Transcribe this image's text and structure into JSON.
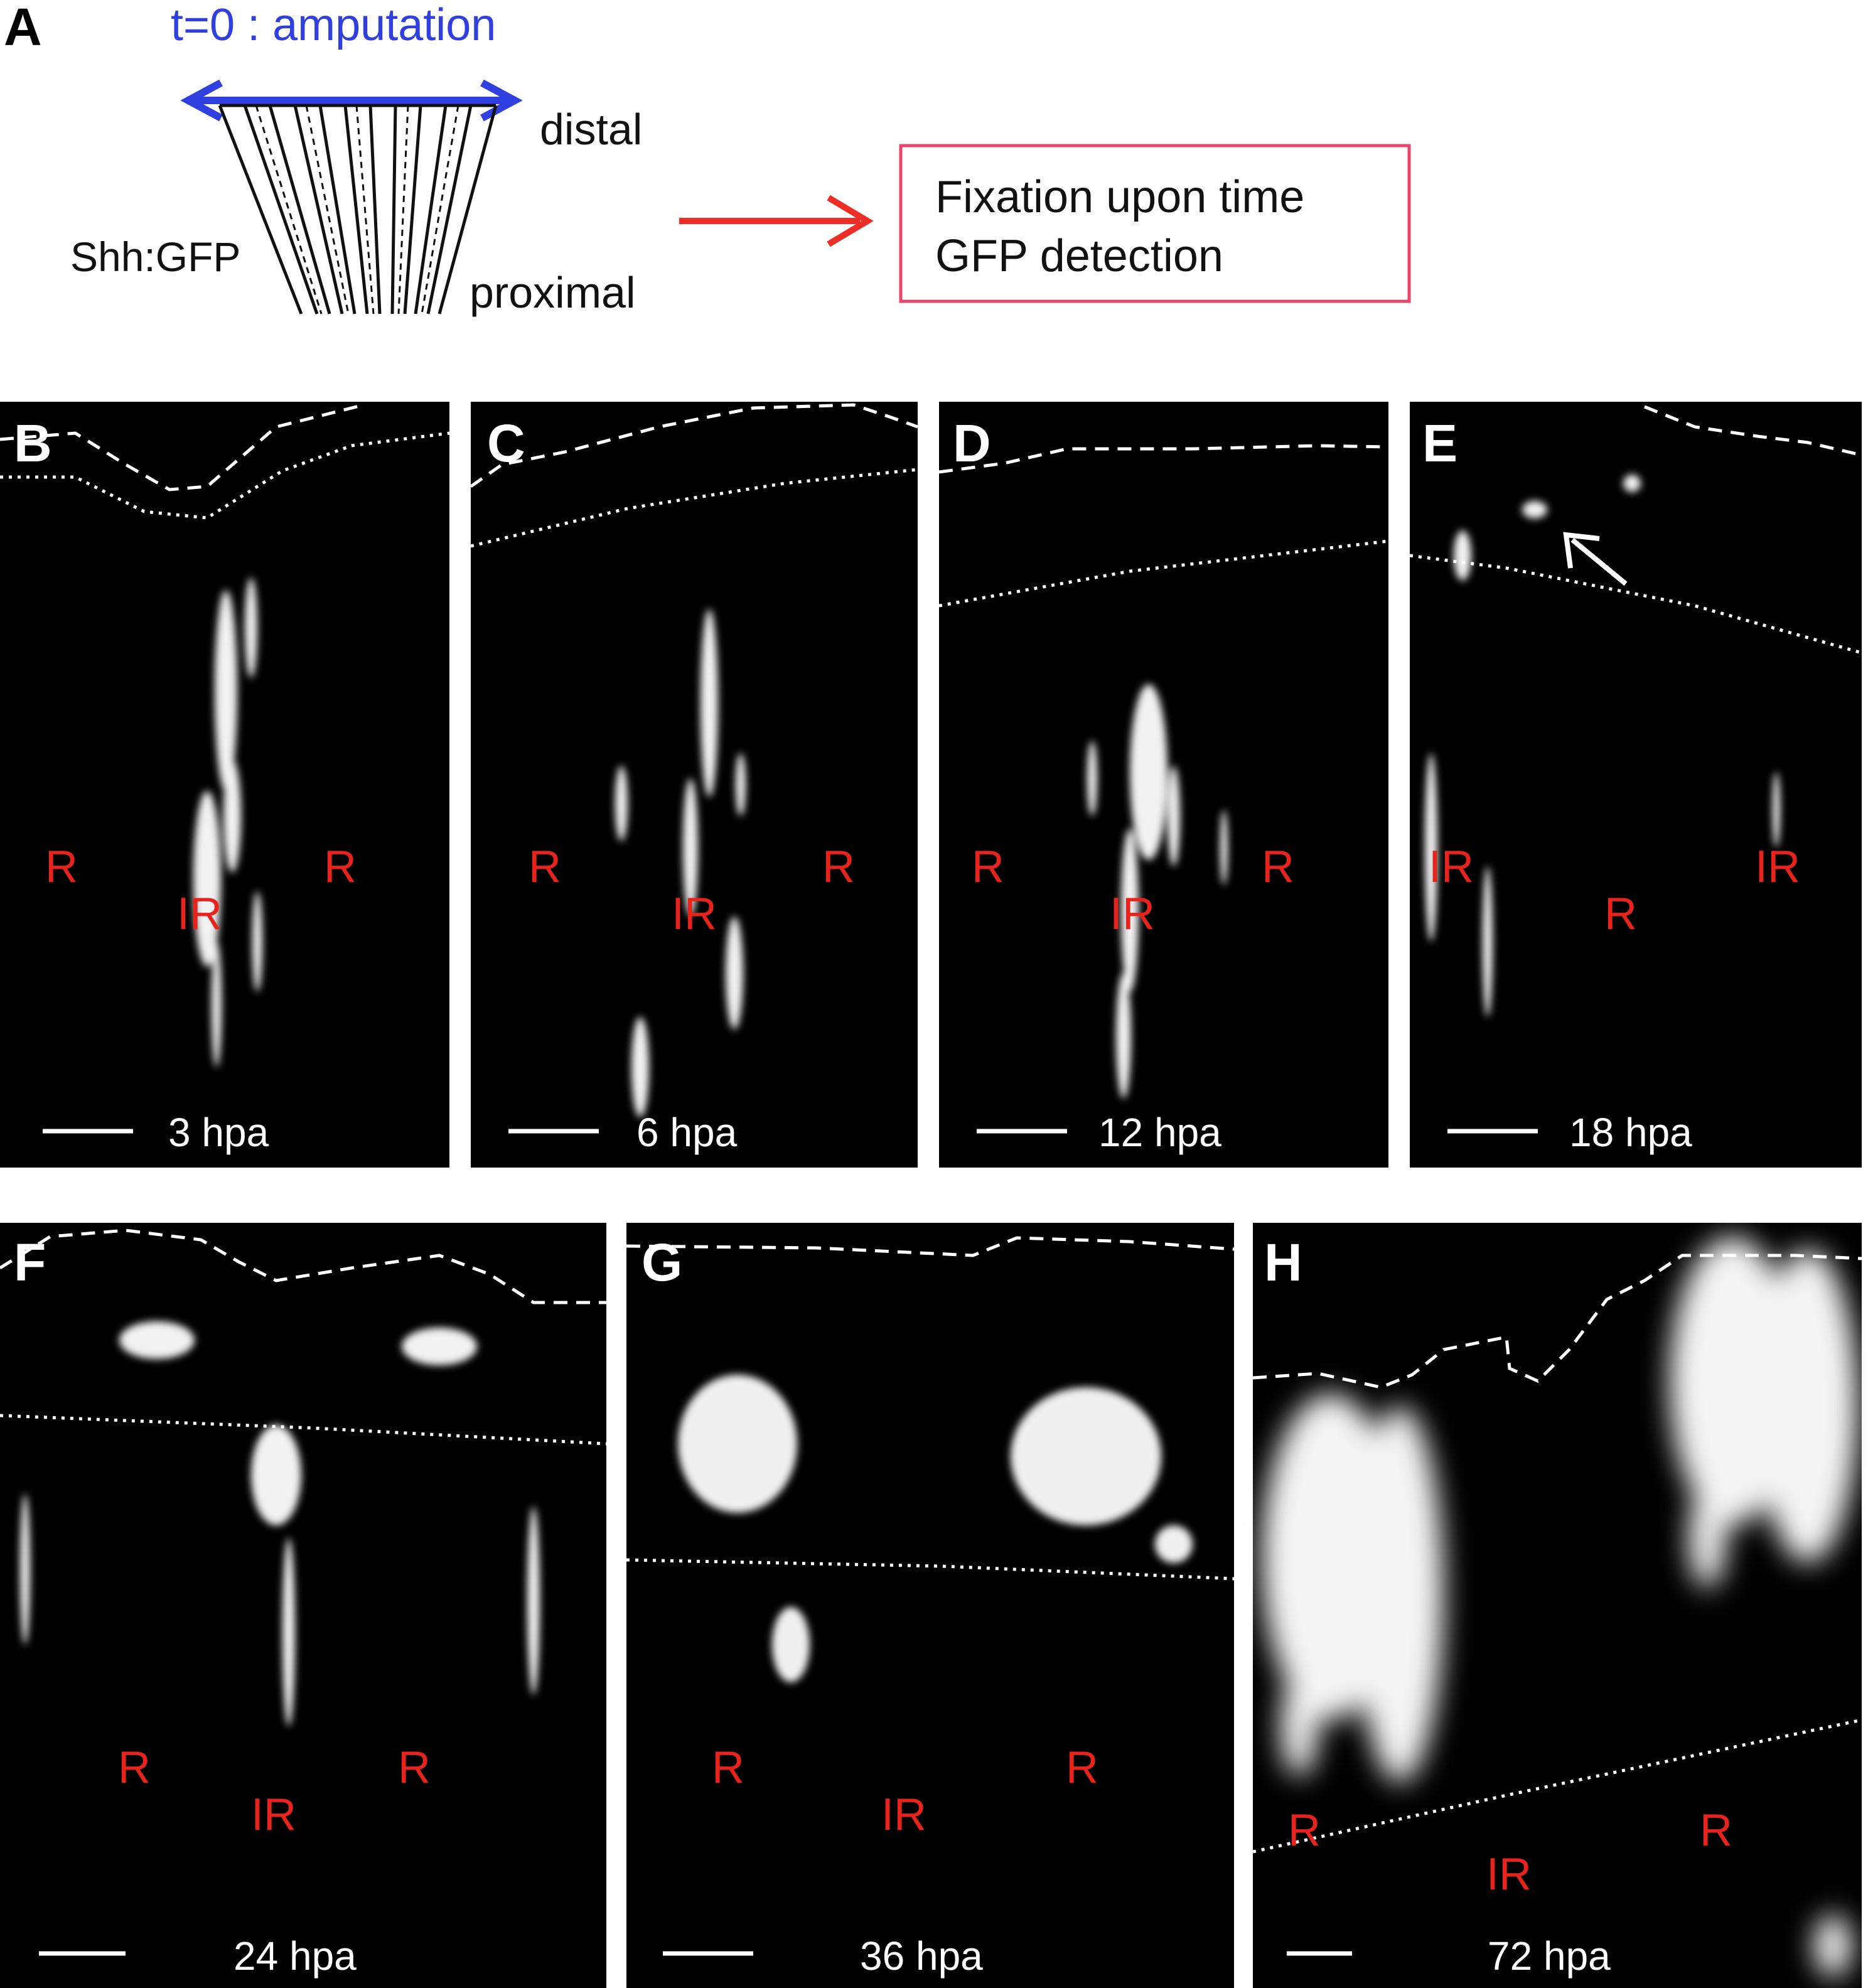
{
  "panel_a": {
    "letter": "A",
    "amputation_label": "t=0 : amputation",
    "distal_label": "distal",
    "proximal_label": "proximal",
    "reporter_label": "Shh:GFP",
    "box_line1": "Fixation upon time",
    "box_line2": "GFP detection",
    "colors": {
      "amputation": "#2f3fe0",
      "arrow": "#ef2d27",
      "box": "#e9466c"
    }
  },
  "panels": [
    {
      "letter": "B",
      "time": "3 hpa",
      "labels": [
        "R",
        "IR",
        "R"
      ]
    },
    {
      "letter": "C",
      "time": "6 hpa",
      "labels": [
        "R",
        "IR",
        "R"
      ]
    },
    {
      "letter": "D",
      "time": "12 hpa",
      "labels": [
        "R",
        "IR",
        "R"
      ]
    },
    {
      "letter": "E",
      "time": "18 hpa",
      "labels": [
        "IR",
        "R",
        "IR"
      ]
    },
    {
      "letter": "F",
      "time": "24 hpa",
      "labels": [
        "R",
        "IR",
        "R"
      ]
    },
    {
      "letter": "G",
      "time": "36 hpa",
      "labels": [
        "R",
        "IR",
        "R"
      ]
    },
    {
      "letter": "H",
      "time": "72 hpa",
      "labels": [
        "R",
        "IR",
        "R"
      ]
    }
  ],
  "colors": {
    "label_red": "#e8231c",
    "panel_bg": "#000000",
    "signal": "#ffffff"
  }
}
